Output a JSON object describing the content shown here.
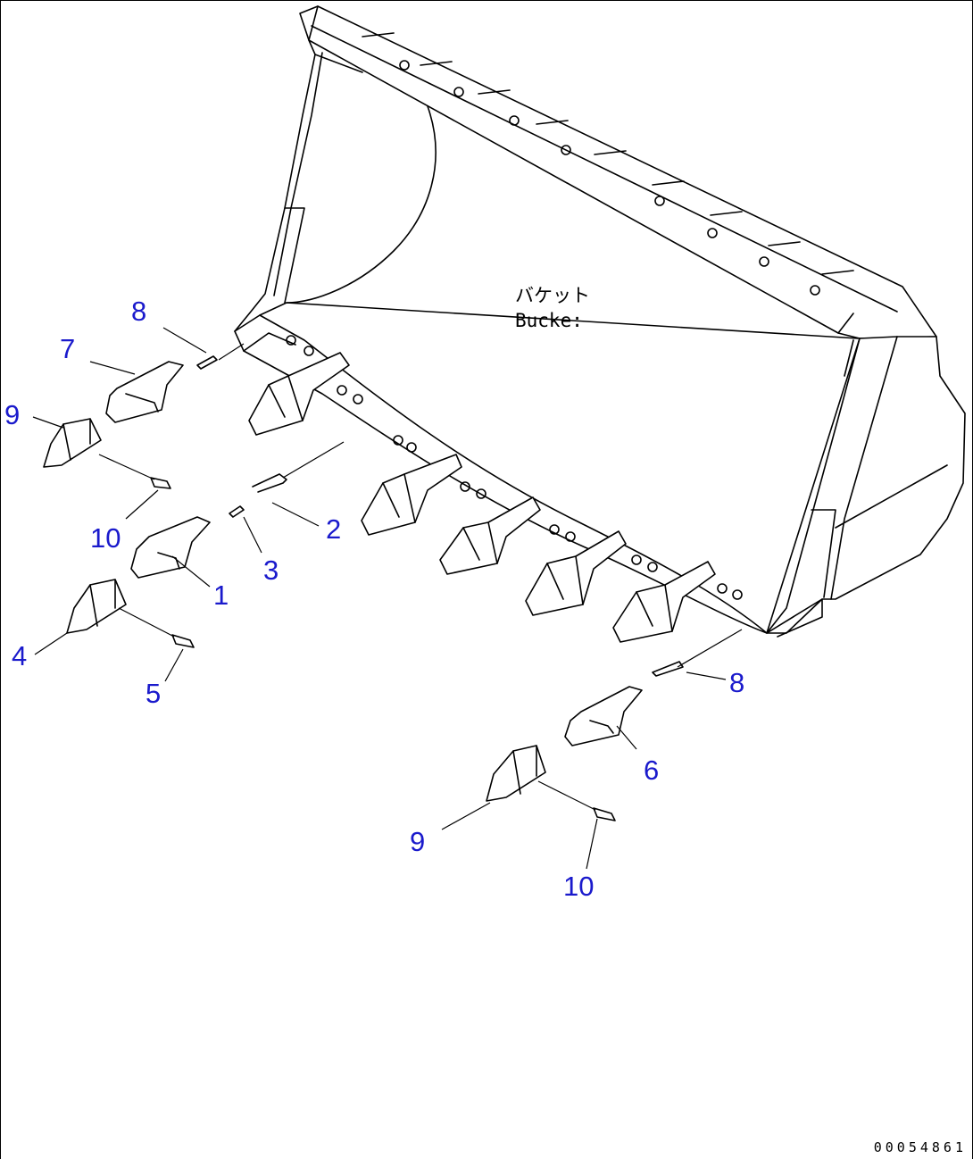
{
  "colors": {
    "line": "#000000",
    "callout_text": "#1a1acc",
    "background": "#ffffff"
  },
  "bucket": {
    "label_jp": "バケット",
    "label_en": "Bucke:"
  },
  "callouts": [
    {
      "id": "c8a",
      "text": "8"
    },
    {
      "id": "c7",
      "text": "7"
    },
    {
      "id": "c9a",
      "text": "9"
    },
    {
      "id": "c10a",
      "text": "10"
    },
    {
      "id": "c1",
      "text": "1"
    },
    {
      "id": "c2",
      "text": "2"
    },
    {
      "id": "c3",
      "text": "3"
    },
    {
      "id": "c4",
      "text": "4"
    },
    {
      "id": "c5",
      "text": "5"
    },
    {
      "id": "c8b",
      "text": "8"
    },
    {
      "id": "c6",
      "text": "6"
    },
    {
      "id": "c9b",
      "text": "9"
    },
    {
      "id": "c10b",
      "text": "10"
    }
  ],
  "drawing_number": "00054861"
}
